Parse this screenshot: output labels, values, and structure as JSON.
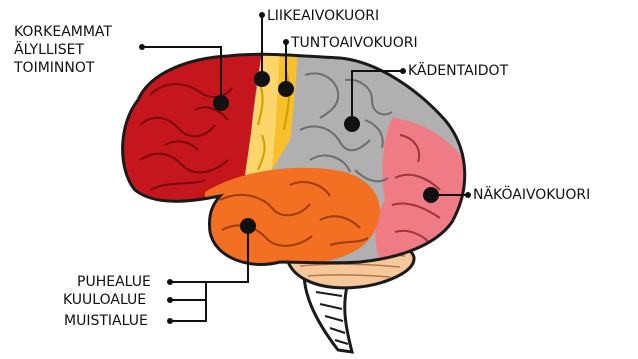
{
  "labels": {
    "higher_functions": [
      "KORKEAMMAT",
      "ÄLYLLISET",
      "TOIMINNOT"
    ],
    "motor_cortex": "LIIKEAIVOKUORI",
    "sensory_cortex": "TUNTOAIVOKUORI",
    "hand_skills": "KÄDENTAIDOT",
    "visual_cortex": "NÄKÖAIVOKUORI",
    "speech_area": "PUHEALUE",
    "hearing_area": "KUULOALUE",
    "memory_area": "MUISTIALUE"
  },
  "colors": {
    "frontal": "#c4161c",
    "motor": "#fcd66a",
    "sensory": "#f7bf2a",
    "parietal": "#b0b0b0",
    "occipital": "#ef7c84",
    "temporal": "#f36f21",
    "cerebellum": "#f5c79a",
    "brainstem": "#ffffff",
    "outline": "#1a1a1a",
    "leader": "#111111"
  }
}
